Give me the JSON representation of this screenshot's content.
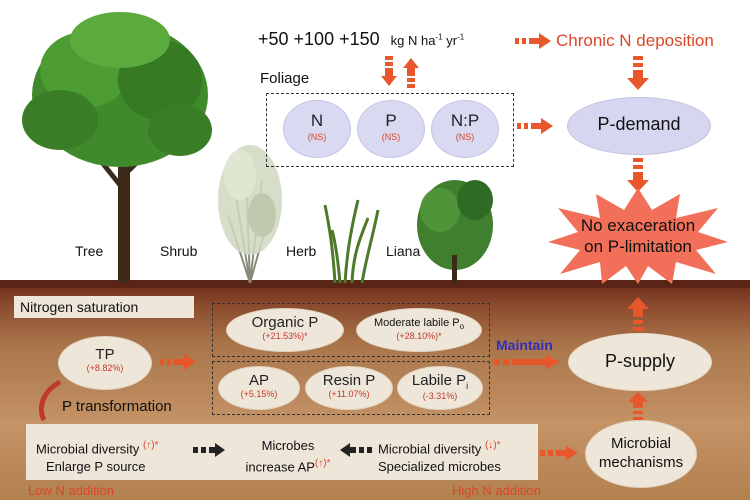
{
  "header": {
    "n_levels": "+50 +100 +150",
    "units_prefix": "kg N ha",
    "units_exp1": "-1",
    "units_mid": " yr",
    "units_exp2": "-1",
    "chronic": "Chronic N deposition"
  },
  "foliage": {
    "title": "Foliage",
    "items": [
      {
        "label": "N",
        "note": "(NS)"
      },
      {
        "label": "P",
        "note": "(NS)"
      },
      {
        "label": "N:P",
        "note": "(NS)"
      }
    ]
  },
  "p_demand": "P-demand",
  "no_exacerbation": [
    "No exaceration",
    "on P-limitation"
  ],
  "plants": {
    "tree": "Tree",
    "shrub": "Shrub",
    "herb": "Herb",
    "liana": "Liana"
  },
  "soil": {
    "nitrogen_saturation": "Nitrogen saturation",
    "tp": {
      "label": "TP",
      "value": "(+8.82%)"
    },
    "p_transformation": "P transformation",
    "organic_p": {
      "label": "Organic P",
      "value": "(+21.53%)*"
    },
    "moderate_labile": {
      "label": "Moderate labile P",
      "sub": "o",
      "value": "(+28.10%)*"
    },
    "ap": {
      "label": "AP",
      "value": "(+5.15%)"
    },
    "resin_p": {
      "label": "Resin P",
      "value": "(+11.07%)"
    },
    "labile_pi": {
      "label": "Labile P",
      "sub": "i",
      "value": "(-3.31%)"
    },
    "maintain": "Maintain",
    "p_supply": "P-supply",
    "microbial_mechanisms": [
      "Microbial",
      "mechanisms"
    ],
    "low_block": {
      "line1": "Microbial diversity",
      "arrow": "(↑)*",
      "line2": "Enlarge P source"
    },
    "mid_block": {
      "line1": "Microbes",
      "line2": "increase AP",
      "arrow": "(↑)*"
    },
    "high_block": {
      "line1": "Microbial diversity",
      "arrow": "(↓)*",
      "line2": "Specialized microbes"
    },
    "low_n": "Low N addition",
    "high_n": "High N addition"
  },
  "colors": {
    "accent_orange": "#e8572b",
    "foliage_fill": "#d9d9f2",
    "maintain_blue": "#2f2fb8",
    "burst_fill": "#f26f5a"
  }
}
